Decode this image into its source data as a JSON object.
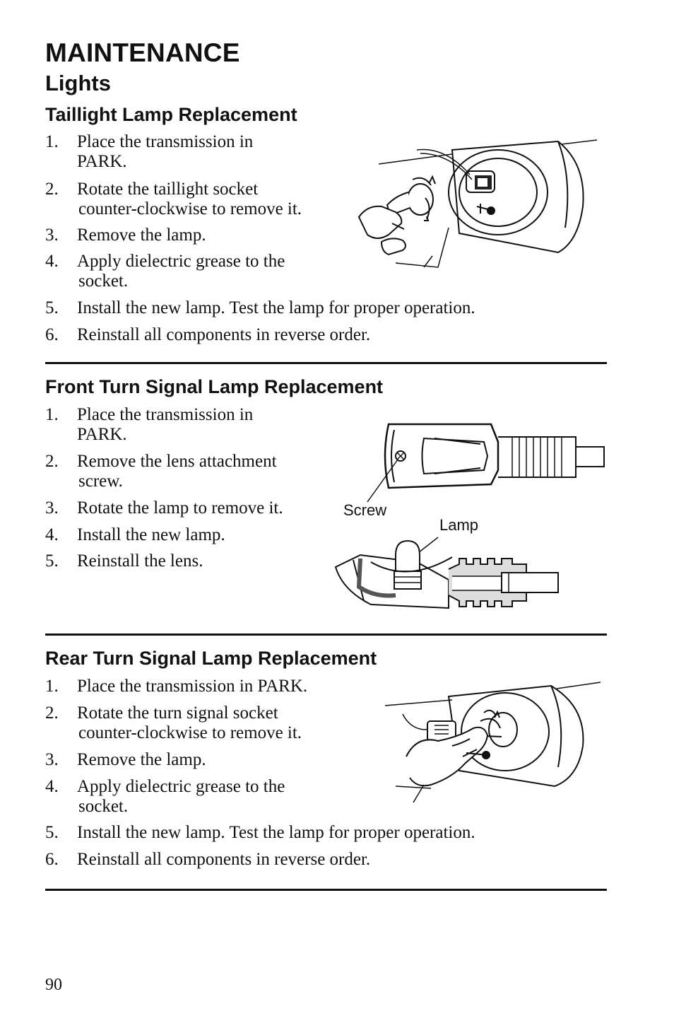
{
  "header": {
    "title": "MAINTENANCE",
    "subtitle": "Lights"
  },
  "taillight": {
    "heading": "Taillight Lamp Replacement",
    "steps": [
      {
        "num": "1.",
        "line1": "Place the transmission in",
        "line2": "PARK."
      },
      {
        "num": "2.",
        "line1": "Rotate the taillight socket",
        "line2": "counter-clockwise to remove it."
      },
      {
        "num": "3.",
        "line1": "Remove the lamp.",
        "line2": ""
      },
      {
        "num": "4.",
        "line1": "Apply dielectric grease to the",
        "line2": "socket."
      },
      {
        "num": "5.",
        "line1": "Install the new lamp. Test the lamp for proper operation.",
        "line2": ""
      },
      {
        "num": "6.",
        "line1": "Reinstall all components in reverse order.",
        "line2": ""
      }
    ]
  },
  "front_turn": {
    "heading": "Front Turn Signal Lamp Replacement",
    "steps": [
      {
        "num": "1.",
        "line1": "Place the transmission in",
        "line2": "PARK."
      },
      {
        "num": "2.",
        "line1": "Remove the lens attachment",
        "line2": "screw."
      },
      {
        "num": "3.",
        "line1": "Rotate the lamp to remove it.",
        "line2": ""
      },
      {
        "num": "4.",
        "line1": "Install the new lamp.",
        "line2": ""
      },
      {
        "num": "5.",
        "line1": "Reinstall the lens.",
        "line2": ""
      }
    ],
    "callouts": {
      "screw": "Screw",
      "lamp": "Lamp"
    }
  },
  "rear_turn": {
    "heading": "Rear Turn Signal Lamp Replacement",
    "steps": [
      {
        "num": "1.",
        "line1": "Place the transmission in PARK.",
        "line2": ""
      },
      {
        "num": "2.",
        "line1": "Rotate the turn signal socket",
        "line2": "counter-clockwise to remove it."
      },
      {
        "num": "3.",
        "line1": "Remove the lamp.",
        "line2": ""
      },
      {
        "num": "4.",
        "line1": "Apply dielectric grease to the",
        "line2": "socket."
      },
      {
        "num": "5.",
        "line1": "Install the new lamp. Test the lamp for proper operation.",
        "line2": ""
      },
      {
        "num": "6.",
        "line1": "Reinstall all components in reverse order.",
        "line2": ""
      }
    ]
  },
  "footer": {
    "page_number": "90"
  }
}
